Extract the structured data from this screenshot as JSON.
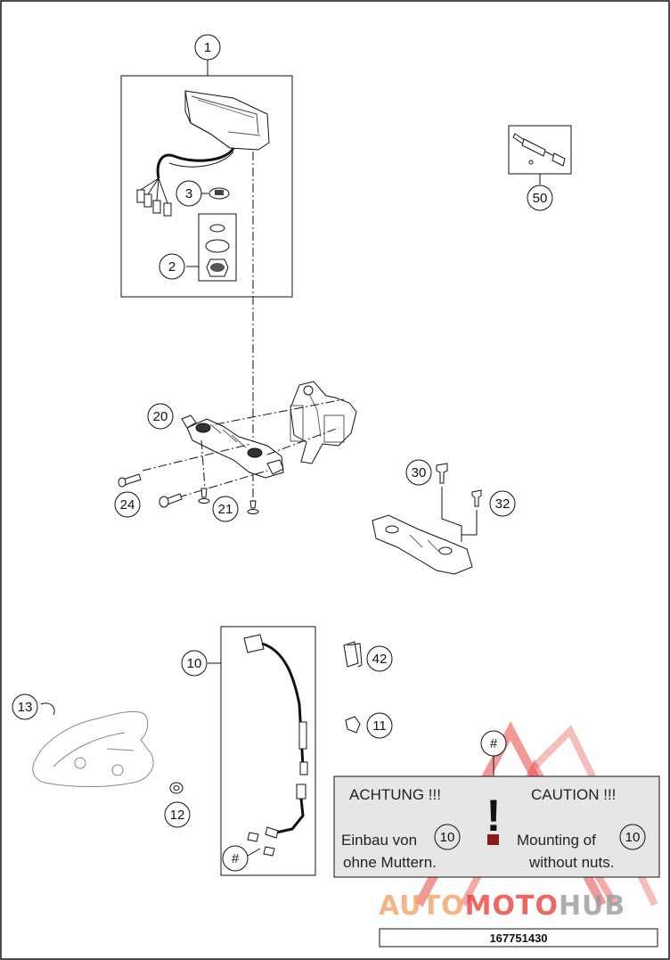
{
  "diagram": {
    "callouts": [
      {
        "id": "1",
        "label": "1"
      },
      {
        "id": "2",
        "label": "2"
      },
      {
        "id": "3",
        "label": "3"
      },
      {
        "id": "10",
        "label": "10"
      },
      {
        "id": "11",
        "label": "11"
      },
      {
        "id": "12",
        "label": "12"
      },
      {
        "id": "13",
        "label": "13"
      },
      {
        "id": "20",
        "label": "20"
      },
      {
        "id": "21",
        "label": "21"
      },
      {
        "id": "24",
        "label": "24"
      },
      {
        "id": "30",
        "label": "30"
      },
      {
        "id": "32",
        "label": "32"
      },
      {
        "id": "42",
        "label": "42"
      },
      {
        "id": "50",
        "label": "50"
      },
      {
        "id": "hash",
        "label": "#"
      },
      {
        "id": "hash2",
        "label": "#"
      }
    ],
    "warning": {
      "de_title": "ACHTUNG !!!",
      "en_title": "CAUTION !!!",
      "de_line1": "Einbau von",
      "de_line2": "ohne Muttern.",
      "en_line1": "Mounting of",
      "en_line2": "without nuts.",
      "de_ref": "10",
      "en_ref": "10",
      "mark": "!"
    },
    "watermark": {
      "part1": "AUTO",
      "part2": "MOTO",
      "part3": "HUB"
    },
    "drawing_number": "167751430"
  },
  "colors": {
    "line": "#111111",
    "warning_fill": "#e6e6e6",
    "watermark_red": "#e8433f",
    "watermark_orange": "#f2a46a",
    "watermark_gray": "#9a9a9a",
    "mark_dark_red": "#8b1a1a"
  }
}
